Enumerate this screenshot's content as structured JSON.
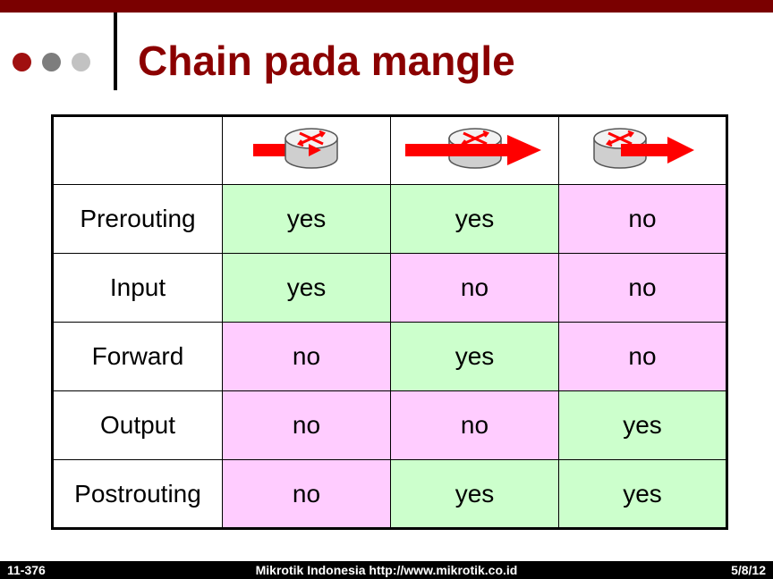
{
  "title": "Chain pada mangle",
  "table": {
    "header_icons": [
      "router-arrow-in-icon",
      "router-arrow-through-icon",
      "router-arrow-out-icon"
    ],
    "rows": [
      {
        "label": "Prerouting",
        "cells": [
          "yes",
          "yes",
          "no"
        ]
      },
      {
        "label": "Input",
        "cells": [
          "yes",
          "no",
          "no"
        ]
      },
      {
        "label": "Forward",
        "cells": [
          "no",
          "yes",
          "no"
        ]
      },
      {
        "label": "Output",
        "cells": [
          "no",
          "no",
          "yes"
        ]
      },
      {
        "label": "Postrouting",
        "cells": [
          "no",
          "yes",
          "yes"
        ]
      }
    ]
  },
  "footer": {
    "left": "11-376",
    "center": "Mikrotik Indonesia http://www.mikrotik.co.id",
    "right": "5/8/12"
  },
  "colors": {
    "accent": "#8b0000",
    "top_bar": "#7a0000",
    "yes_cell": "#ccffcc",
    "no_cell": "#ffccff",
    "arrow": "#ff0000"
  }
}
